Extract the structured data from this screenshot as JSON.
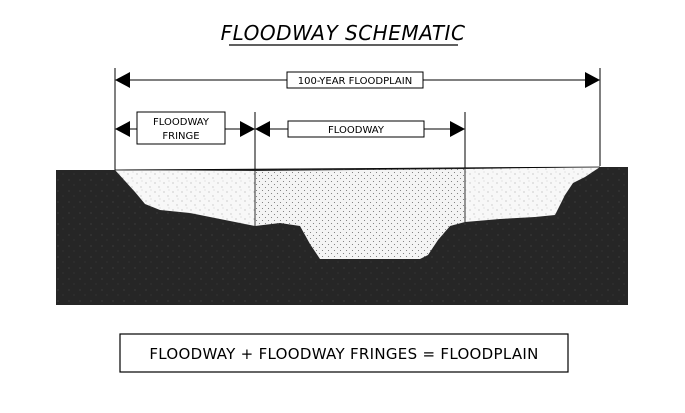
{
  "diagram": {
    "title": "FLOODWAY SCHEMATIC",
    "floodplain_label": "100-YEAR FLOODPLAIN",
    "fringe_label_line1": "FLOODWAY",
    "fringe_label_line2": "FRINGE",
    "floodway_label": "FLOODWAY",
    "equation": "FLOODWAY + FLOODWAY FRINGES = FLOODPLAIN"
  },
  "colors": {
    "ground": "#2a2a2a",
    "water": "#f3f3f3",
    "line": "#000000",
    "background": "#ffffff"
  }
}
